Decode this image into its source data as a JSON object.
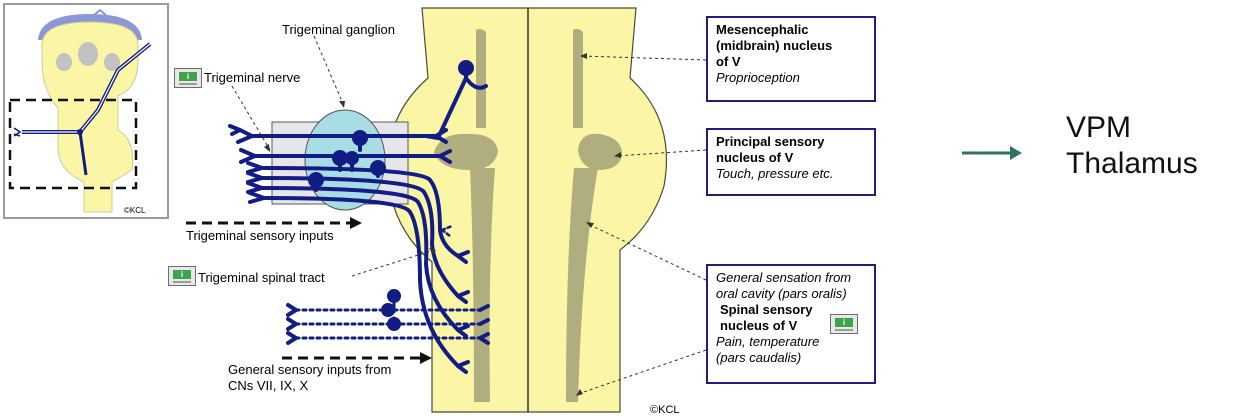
{
  "labels": {
    "trigeminal_ganglion": "Trigeminal ganglion",
    "trigeminal_nerve": "Trigeminal nerve",
    "trigeminal_sensory_inputs": "Trigeminal sensory inputs",
    "trigeminal_spinal_tract": "Trigeminal spinal tract",
    "general_sensory_inputs_line1": "General sensory inputs from",
    "general_sensory_inputs_line2": "CNs VII, IX, X"
  },
  "boxes": {
    "mesencephalic": {
      "title_line1": "Mesencephalic",
      "title_line2": "(midbrain) nucleus",
      "title_line3": "of V",
      "subtitle": "Proprioception"
    },
    "principal": {
      "title_line1": "Principal sensory",
      "title_line2": "nucleus of V",
      "subtitle": "Touch, pressure etc."
    },
    "spinal": {
      "pre_line1": "General sensation from",
      "pre_line2": "oral cavity (pars oralis)",
      "title_line1": "Spinal sensory",
      "title_line2": "nucleus of V",
      "sub_line1": "Pain, temperature",
      "sub_line2": "(pars caudalis)"
    }
  },
  "icon_text": "i",
  "copyright_main": "©KCL",
  "copyright_thumb": "©KCL",
  "vpm": {
    "line1": "VPM",
    "line2": "Thalamus"
  },
  "colors": {
    "brainstem_fill": "#fbf5a6",
    "nucleus_fill": "#b0ad7e",
    "neuron": "#121c85",
    "ganglion": "#a9dde6",
    "box_border": "#1f1f7a",
    "arrow_green": "#2f7461"
  }
}
